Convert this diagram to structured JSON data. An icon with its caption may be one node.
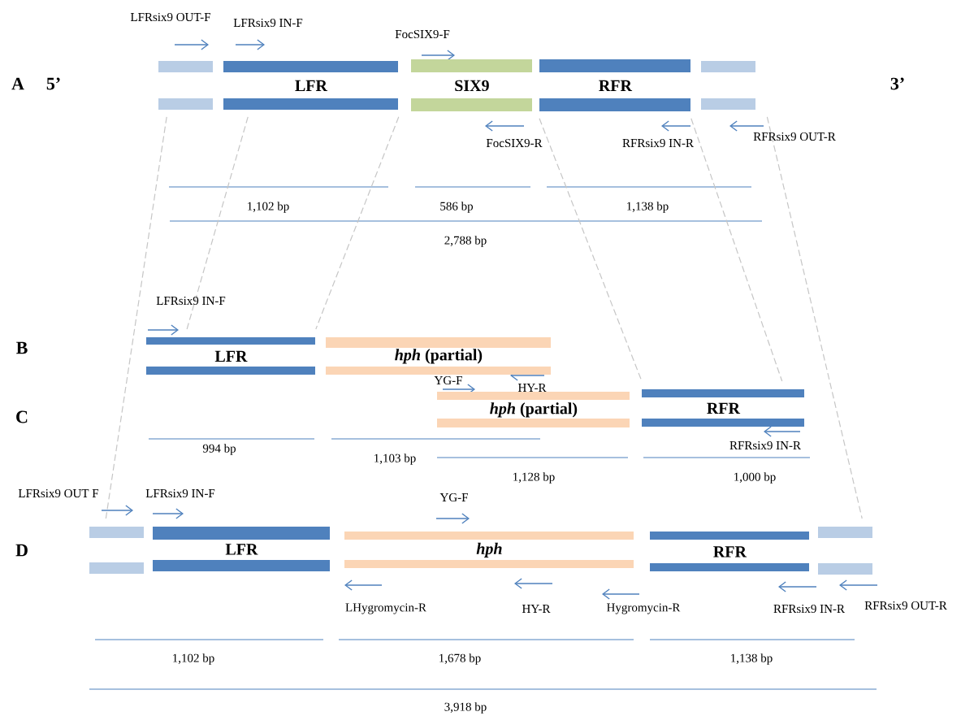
{
  "diagram": {
    "nodes": [
      {
        "text": [],
        "shape": "bar"
      },
      {
        "text": [
          "LFR"
        ]
      },
      {
        "text": [
          "SIX9"
        ]
      },
      {
        "text": [
          "RFR"
        ]
      },
      {
        "text": [],
        "shape": "bar"
      },
      {
        "text": [
          "LFR"
        ]
      },
      {
        "text": [
          "*hph* (partial)"
        ]
      },
      {
        "text": [
          "*hph* (partial)"
        ]
      },
      {
        "text": [
          "RFR"
        ]
      },
      {
        "text": [],
        "shape": "bar"
      },
      {
        "text": [
          "LFR"
        ]
      },
      {
        "text": [
          "*hph*"
        ]
      },
      {
        "text": [
          "RFR"
        ]
      },
      {
        "text": [],
        "shape": "bar"
      }
    ],
    "edges": [
      {
        "from": 0,
        "to": 9,
        "arrow": "none",
        "style": "dashed"
      },
      {
        "from": 1,
        "to": 5,
        "arrow": "none",
        "style": "dashed"
      },
      {
        "from": 1,
        "to": 5,
        "arrow": "none",
        "style": "dashed"
      },
      {
        "from": 3,
        "to": 8,
        "arrow": "none",
        "style": "dashed"
      },
      {
        "from": 3,
        "to": 8,
        "arrow": "none",
        "style": "dashed"
      },
      {
        "from": 4,
        "to": 13,
        "arrow": "none",
        "style": "dashed"
      }
    ],
    "labels": [
      "LFRsix9 OUT-F",
      "LFRsix9 IN-F",
      "FocSIX9-F",
      "A",
      "5’",
      "3’",
      "FocSIX9-R",
      "RFRsix9 IN-R",
      "RFRsix9 OUT-R",
      "1,102 bp",
      "586 bp",
      "1,138 bp",
      "2,788 bp",
      "LFRsix9 IN-F",
      "B",
      "YG-F",
      "HY-R",
      "C",
      "RFRsix9 IN-R",
      "994 bp",
      "1,103 bp",
      "1,128 bp",
      "1,000 bp",
      "LFRsix9 OUT F",
      "LFRsix9 IN-F",
      "YG-F",
      "D",
      "LHygromycin-R",
      "HY-R",
      "Hygromycin-R",
      "RFRsix9 IN-R",
      "RFRsix9 OUT-R",
      "1,102 bp",
      "1,678 bp",
      "1,138 bp",
      "3,918 bp"
    ]
  }
}
